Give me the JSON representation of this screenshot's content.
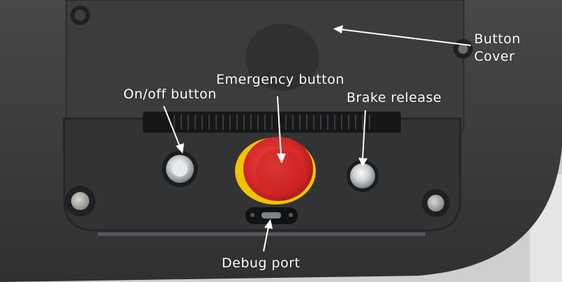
{
  "labels": {
    "button_cover_line1": "Button",
    "button_cover_line2": "Cover",
    "emergency_button": "Emergency button",
    "on_off_button": "On/off button",
    "brake_release": "Brake release",
    "debug_port": "Debug port"
  },
  "colors": {
    "housing": "#3a3b3d",
    "cover_plate": "#2f3032",
    "estop_red": "#d92b2b",
    "estop_yellow": "#f2c400",
    "annotation_text": "#ffffff"
  }
}
